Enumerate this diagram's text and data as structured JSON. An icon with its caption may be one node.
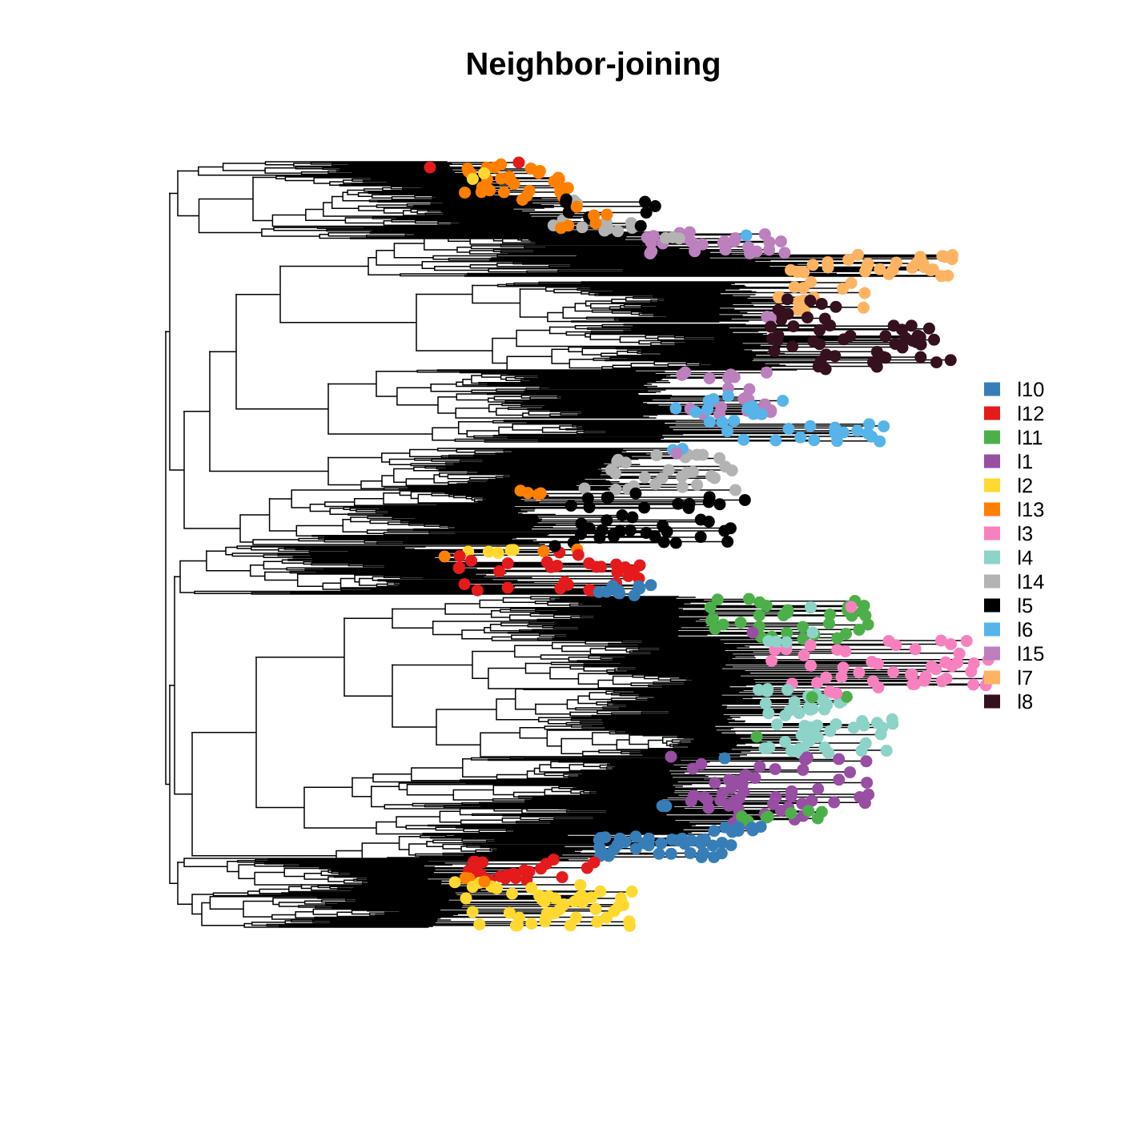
{
  "diagram": {
    "title": "Neighbor-joining",
    "legend": [
      {
        "text": "l10",
        "color": "#377eb8"
      },
      {
        "text": "l12",
        "color": "#e41a1c"
      },
      {
        "text": "l11",
        "color": "#4daf4a"
      },
      {
        "text": "l1",
        "color": "#984ea3"
      },
      {
        "text": "l2",
        "color": "#ffd92f"
      },
      {
        "text": "l13",
        "color": "#ff7f00"
      },
      {
        "text": "l3",
        "color": "#f781bf"
      },
      {
        "text": "l4",
        "color": "#8dd3c7"
      },
      {
        "text": "l14",
        "color": "#b3b3b3"
      },
      {
        "text": "l5",
        "color": "#000000"
      },
      {
        "text": "l6",
        "color": "#56b4e9"
      },
      {
        "text": "l15",
        "color": "#bc80bd"
      },
      {
        "text": "l7",
        "color": "#fdb462"
      },
      {
        "text": "l8",
        "color": "#35101f"
      }
    ]
  }
}
